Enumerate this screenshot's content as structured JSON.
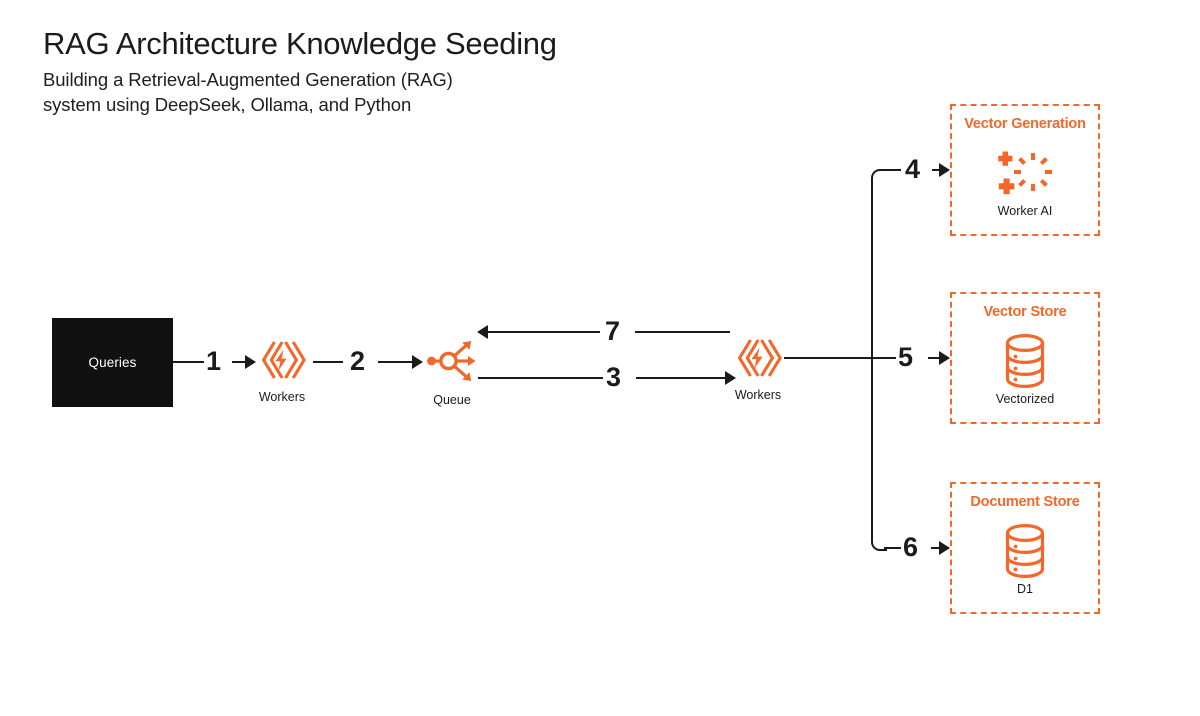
{
  "header": {
    "title": "RAG Architecture Knowledge Seeding",
    "subtitle": "Building a Retrieval-Augmented Generation (RAG)\nsystem using DeepSeek, Ollama, and Python"
  },
  "colors": {
    "accent": "#f1682a",
    "ink": "#1b1b1b",
    "box_fill": "#111111",
    "background": "#ffffff"
  },
  "nodes": {
    "queries": {
      "label": "Queries"
    },
    "worker_left": {
      "label": "Workers",
      "icon": "cloudflare-workers-icon"
    },
    "queue": {
      "label": "Queue",
      "icon": "queue-fanout-icon"
    },
    "worker_right": {
      "label": "Workers",
      "icon": "cloudflare-workers-icon"
    }
  },
  "steps": {
    "s1": "1",
    "s2": "2",
    "s3": "3",
    "s4": "4",
    "s5": "5",
    "s6": "6",
    "s7": "7"
  },
  "services": [
    {
      "id": "vector-generation",
      "title": "Vector Generation",
      "subtitle": "Worker AI",
      "icon": "ai-sparkle-icon",
      "step": "4"
    },
    {
      "id": "vector-store",
      "title": "Vector Store",
      "subtitle": "Vectorized",
      "icon": "database-cylinder-icon",
      "step": "5"
    },
    {
      "id": "document-store",
      "title": "Document Store",
      "subtitle": "D1",
      "icon": "database-cylinder-icon",
      "step": "6"
    }
  ]
}
